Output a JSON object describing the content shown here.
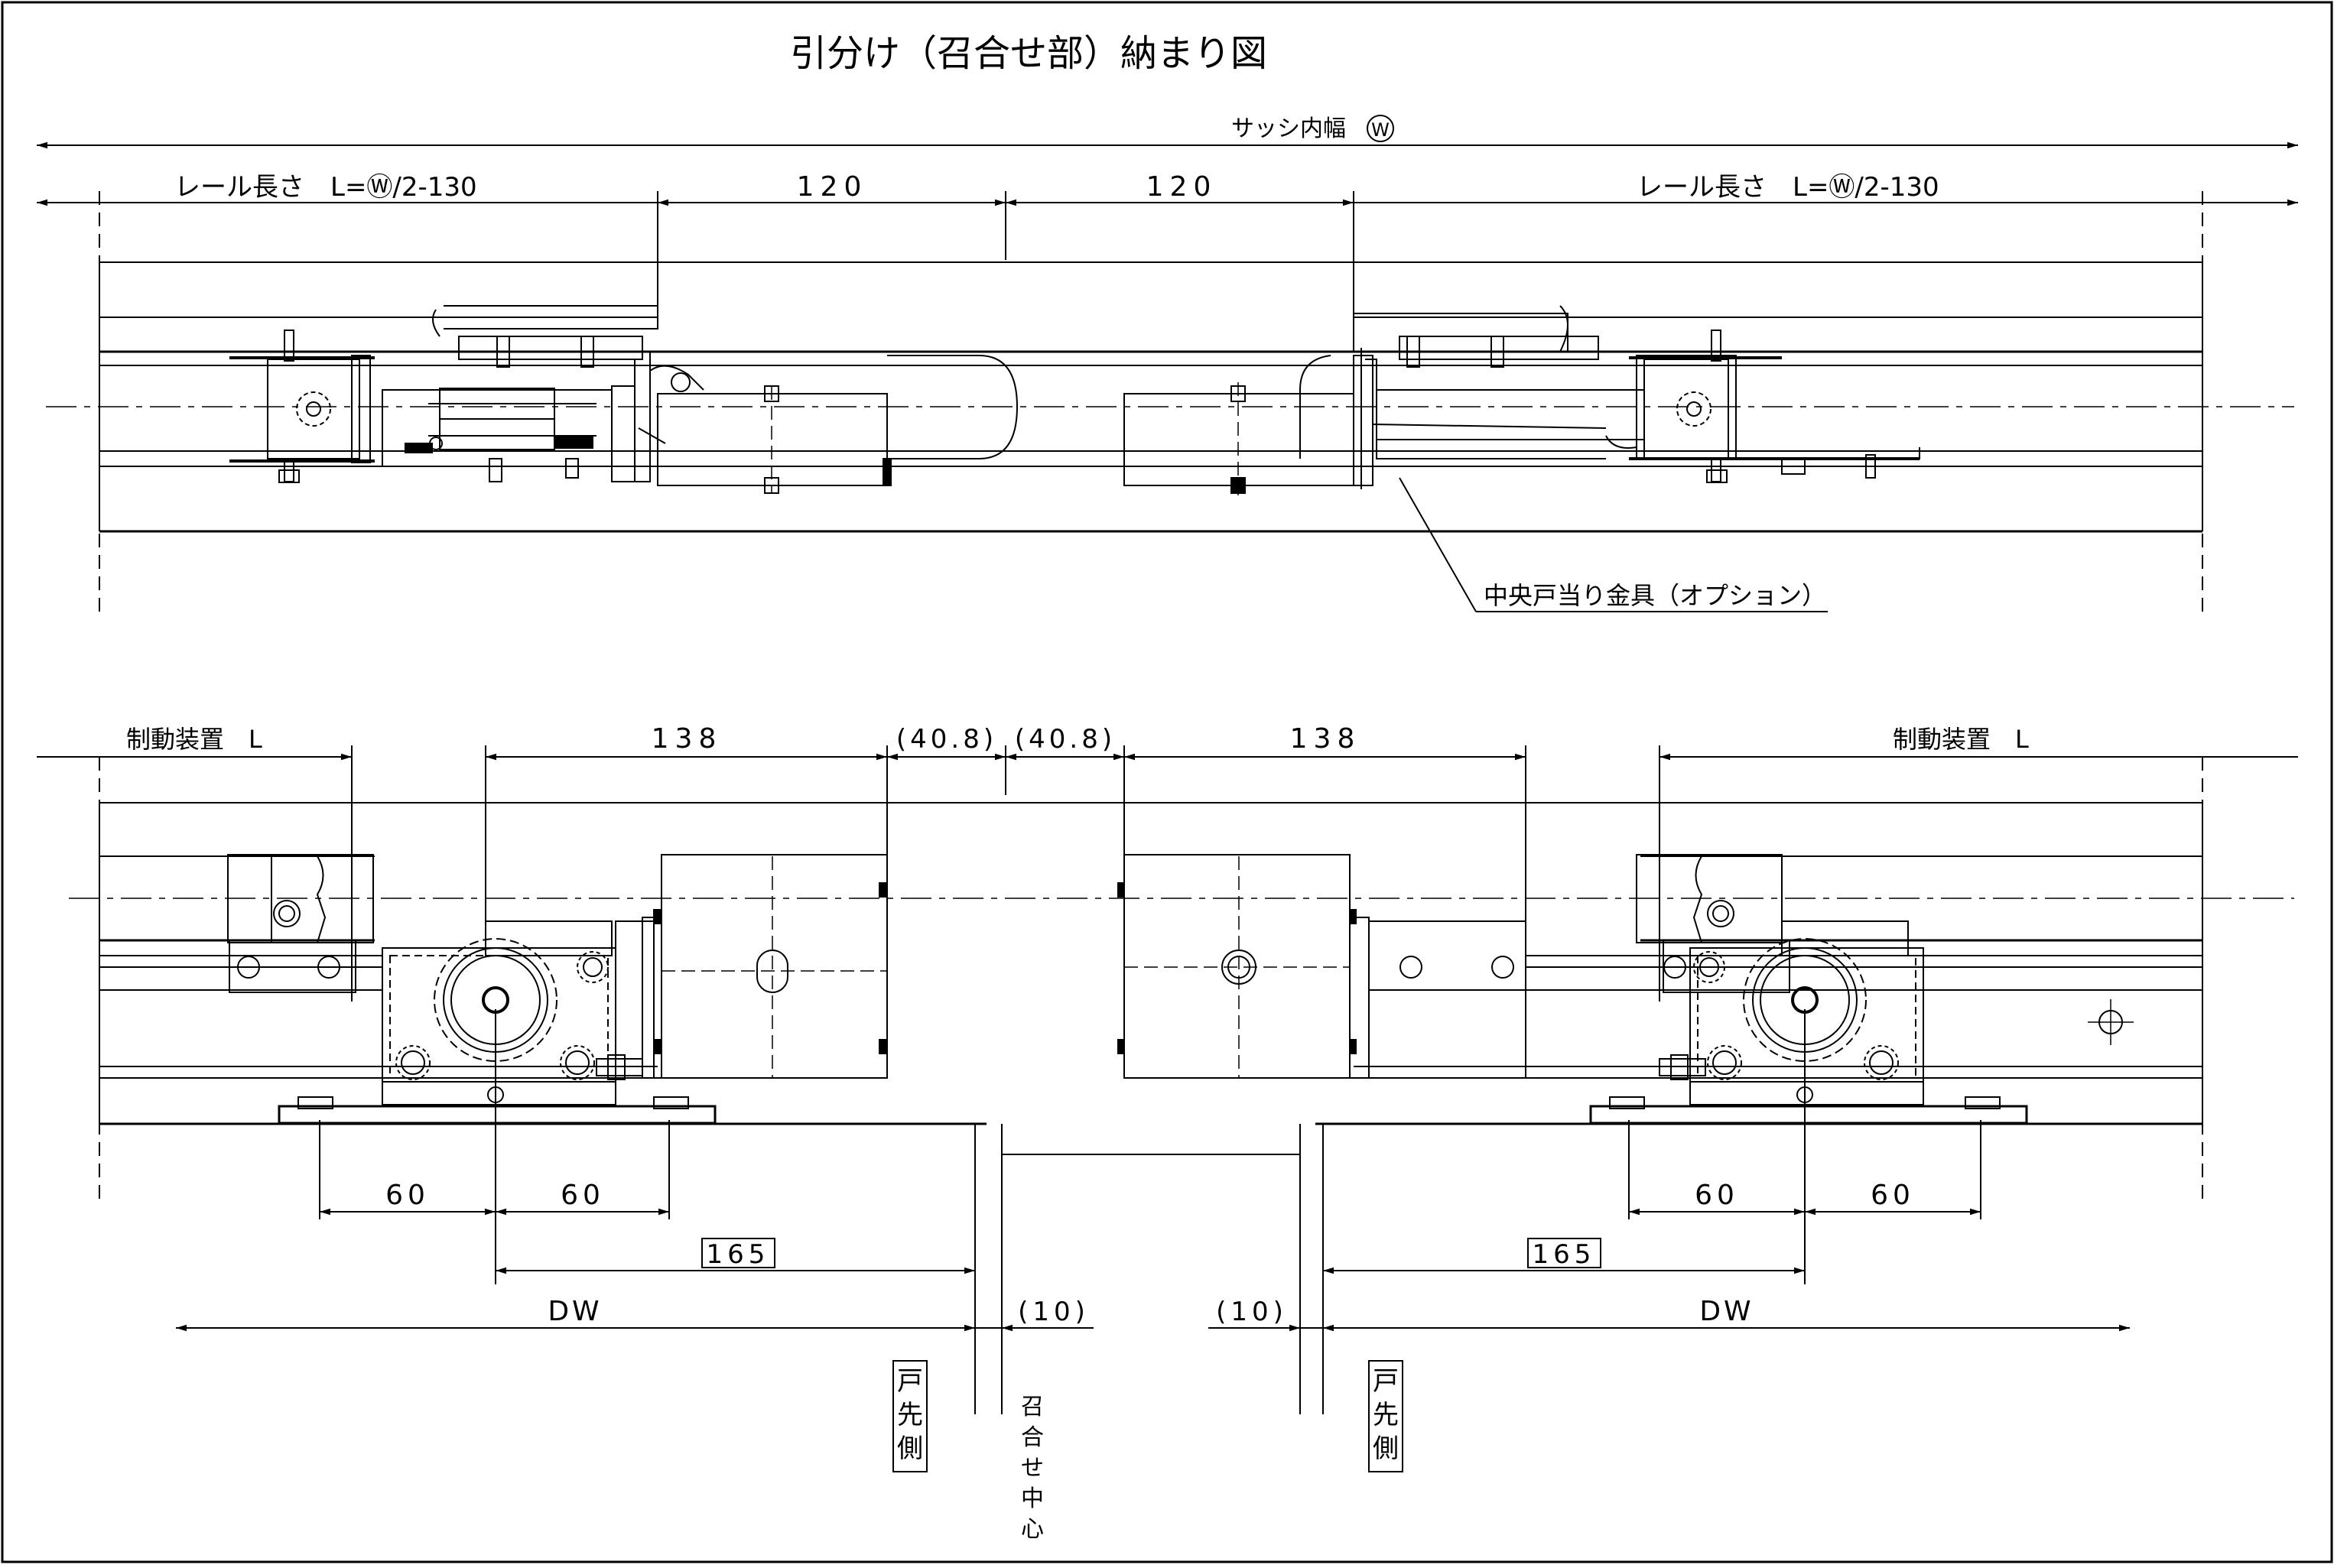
{
  "title": "引分け（召合せ部）納まり図",
  "top_view": {
    "sash_width_label": "サッシ内幅",
    "sash_width_symbol": "W",
    "rail_length_left": "レール長さ　L=Ⓦ/2-130",
    "rail_length_right": "レール長さ　L=Ⓦ/2-130",
    "dim_left_120": "120",
    "dim_right_120": "120",
    "option_note": "中央戸当り金具（オプション）"
  },
  "bottom_view": {
    "brake_left": "制動装置　L",
    "brake_right": "制動装置　L",
    "dim_138_left": "138",
    "dim_138_right": "138",
    "dim_408_left": "(40.8)",
    "dim_408_right": "(40.8)",
    "dim_60_a": "60",
    "dim_60_b": "60",
    "dim_60_c": "60",
    "dim_60_d": "60",
    "dim_165_left": "165",
    "dim_165_right": "165",
    "dw_left": "DW",
    "dw_right": "DW",
    "dim_10_left": "(10)",
    "dim_10_right": "(10)",
    "door_tip_left": [
      "戸",
      "先",
      "側"
    ],
    "door_tip_right": [
      "戸",
      "先",
      "側"
    ],
    "meeting_center": [
      "召",
      "合",
      "せ",
      "中",
      "心"
    ]
  }
}
